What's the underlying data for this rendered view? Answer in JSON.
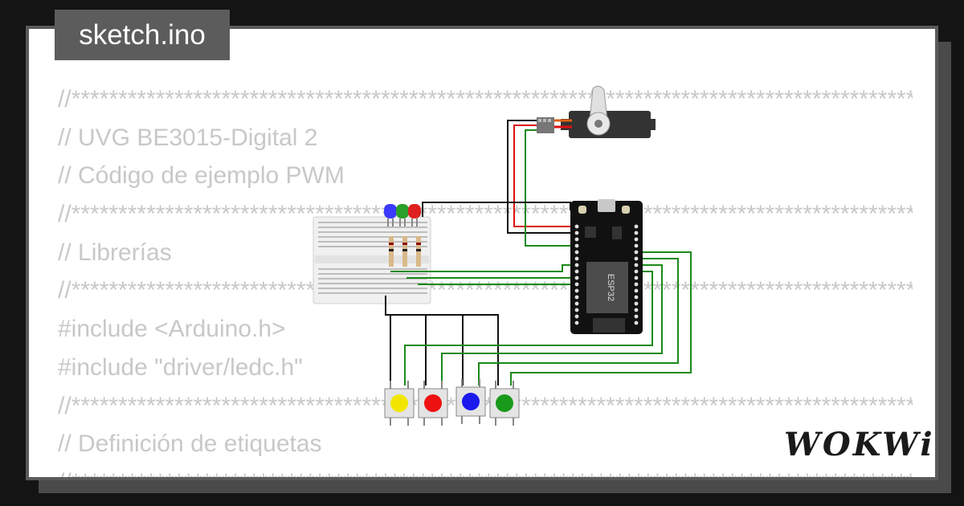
{
  "filename": "sketch.ino",
  "logo_text": "WOKWi",
  "code_lines": [
    "//*********************************************************************************************************",
    "// UVG BE3015-Digital 2",
    "// Código de ejemplo PWM",
    "//*********************************************************************************************************",
    "// Librerías",
    "//*********************************************************************************************************",
    "#include <Arduino.h>",
    "#include \"driver/ledc.h\"",
    "//*********************************************************************************************************",
    "// Definición de etiquetas",
    "//*********************************************************************************************************"
  ],
  "esp32_label": "ESP32",
  "leds": [
    {
      "color": "#3b3bff"
    },
    {
      "color": "#2aa02a"
    },
    {
      "color": "#e02020"
    }
  ],
  "buttons": [
    {
      "color": "#f2e600"
    },
    {
      "color": "#ee1111"
    },
    {
      "color": "#1a1aee"
    },
    {
      "color": "#1a9a1a"
    }
  ],
  "colors": {
    "background": "#141414",
    "card": "#ffffff",
    "code_text": "#c8c8c8",
    "tag": "#5c5c5c",
    "wire_green": "#1a8a1a",
    "wire_black": "#111111",
    "wire_red": "#dd1111"
  }
}
